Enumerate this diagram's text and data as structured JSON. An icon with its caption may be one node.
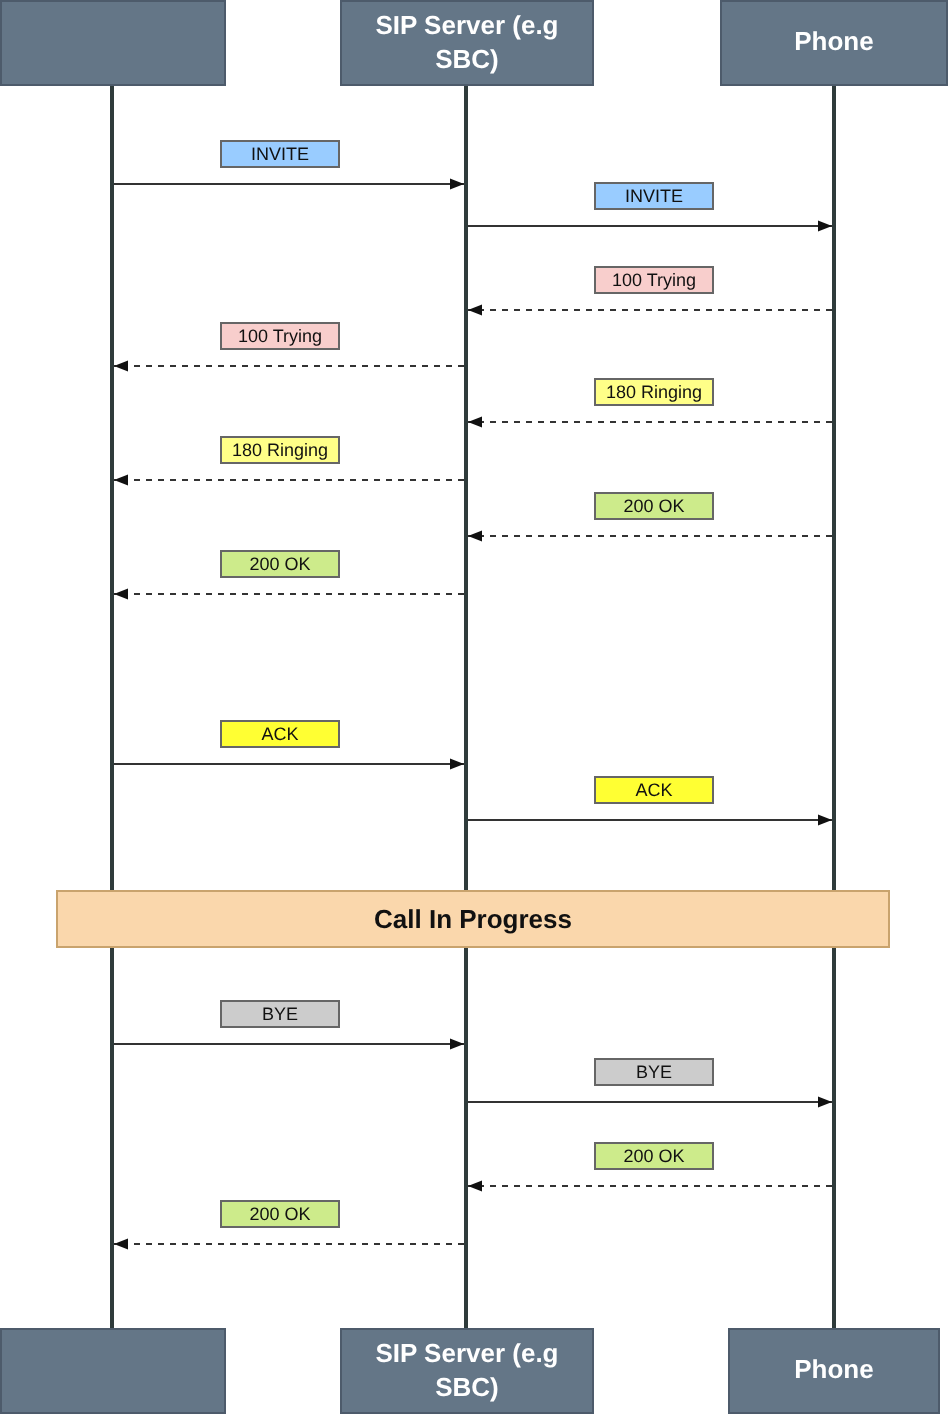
{
  "diagram": {
    "nodes": [
      {
        "text": [],
        "shape": "box"
      },
      {
        "text": [
          "SIP Server (e.g SBC)"
        ]
      },
      {
        "text": [
          "Phone"
        ]
      },
      {
        "text": [],
        "shape": "bar"
      },
      {
        "text": [],
        "shape": "bar"
      },
      {
        "text": [],
        "shape": "bar"
      },
      {
        "text": [
          "Call In Progress"
        ]
      },
      {
        "text": [],
        "shape": "box"
      },
      {
        "text": [
          "SIP Server (e.g SBC)"
        ]
      },
      {
        "text": [
          "Phone"
        ]
      }
    ],
    "edges": [
      {
        "from": 3,
        "to": 4,
        "arrow": "to",
        "label": "INVITE"
      },
      {
        "from": 4,
        "to": 5,
        "arrow": "to",
        "label": "INVITE"
      },
      {
        "from": 5,
        "to": 4,
        "arrow": "to",
        "label": "100 Trying",
        "style": "dashed"
      },
      {
        "from": 4,
        "to": 3,
        "arrow": "to",
        "label": "100 Trying",
        "style": "dashed"
      },
      {
        "from": 5,
        "to": 4,
        "arrow": "to",
        "label": "180 Ringing",
        "style": "dashed"
      },
      {
        "from": 4,
        "to": 3,
        "arrow": "to",
        "label": "180 Ringing",
        "style": "dashed"
      },
      {
        "from": 5,
        "to": 4,
        "arrow": "to",
        "label": "200 OK",
        "style": "dashed"
      },
      {
        "from": 4,
        "to": 3,
        "arrow": "to",
        "label": "200 OK",
        "style": "dashed"
      },
      {
        "from": 3,
        "to": 4,
        "arrow": "to",
        "label": "ACK"
      },
      {
        "from": 4,
        "to": 5,
        "arrow": "to",
        "label": "ACK"
      },
      {
        "from": 3,
        "to": 4,
        "arrow": "to",
        "label": "BYE"
      },
      {
        "from": 4,
        "to": 5,
        "arrow": "to",
        "label": "BYE"
      },
      {
        "from": 5,
        "to": 4,
        "arrow": "to",
        "label": "200 OK",
        "style": "dashed"
      },
      {
        "from": 4,
        "to": 3,
        "arrow": "to",
        "label": "200 OK",
        "style": "dashed"
      }
    ]
  }
}
